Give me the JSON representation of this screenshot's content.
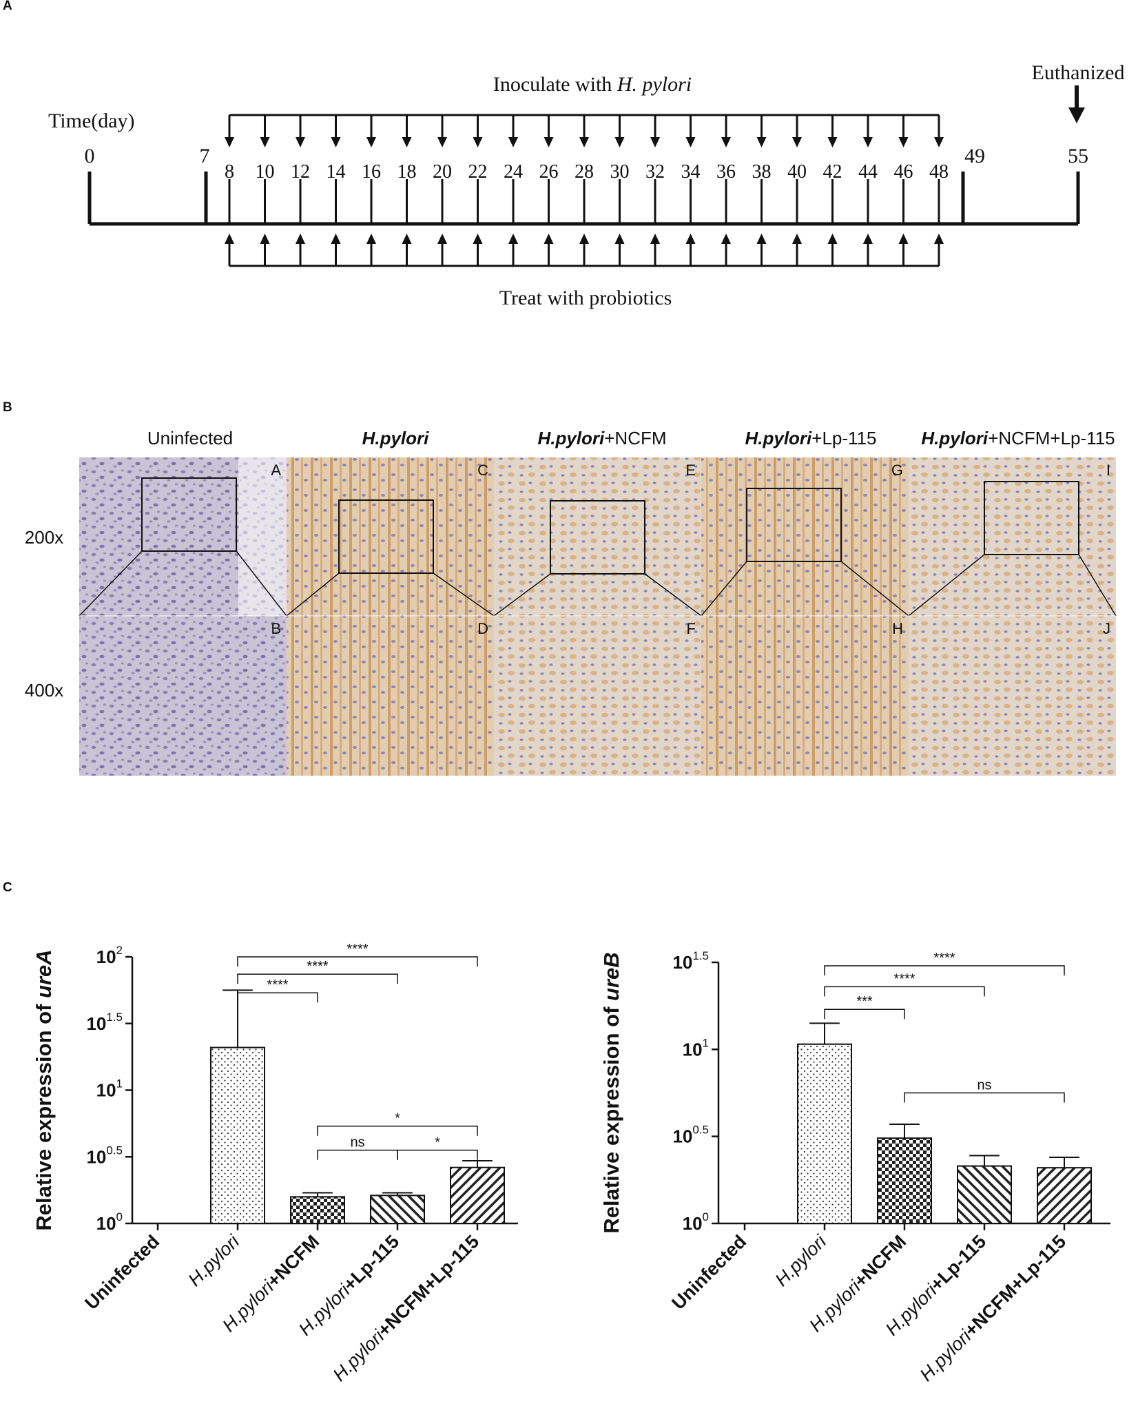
{
  "panel_labels": {
    "a": "A",
    "b": "B",
    "c": "C"
  },
  "timeline": {
    "time_label": "Time(day)",
    "inoculate_prefix": "Inoculate with ",
    "inoculate_italic": "H. pylori",
    "treat_label": "Treat with probiotics",
    "euthanized_label": "Euthanized",
    "tall_days": [
      "0",
      "7",
      "49",
      "55"
    ],
    "dose_days": [
      "8",
      "10",
      "12",
      "14",
      "16",
      "18",
      "20",
      "22",
      "24",
      "26",
      "28",
      "30",
      "32",
      "34",
      "36",
      "38",
      "40",
      "42",
      "44",
      "46",
      "48"
    ]
  },
  "histology": {
    "groups": [
      {
        "italic": "",
        "rest": "Uninfected",
        "top_letter": "A",
        "bottom_letter": "B"
      },
      {
        "italic": "H.pylori",
        "rest": "",
        "top_letter": "C",
        "bottom_letter": "D"
      },
      {
        "italic": "H.pylori",
        "rest": "+NCFM",
        "top_letter": "E",
        "bottom_letter": "F"
      },
      {
        "italic": "H.pylori",
        "rest": "+Lp-115",
        "top_letter": "G",
        "bottom_letter": "H"
      },
      {
        "italic": "H.pylori",
        "rest": "+NCFM+Lp-115",
        "top_letter": "I",
        "bottom_letter": "J"
      }
    ],
    "magnifications": [
      "200x",
      "400x"
    ]
  },
  "chart_data": [
    {
      "type": "bar",
      "ylabel_prefix": "Relative expression of ",
      "ylabel_italic": "ureA",
      "y_scale": "log10",
      "ylim_exponent": [
        0,
        2
      ],
      "yticks": [
        {
          "base": "10",
          "exp": "0"
        },
        {
          "base": "10",
          "exp": "0.5"
        },
        {
          "base": "10",
          "exp": "1"
        },
        {
          "base": "10",
          "exp": "1.5"
        },
        {
          "base": "10",
          "exp": "2"
        }
      ],
      "categories": [
        {
          "italic": "",
          "bold": "Uninfected"
        },
        {
          "italic": "H.pylori",
          "bold": ""
        },
        {
          "italic": "H.pylori",
          "bold": "+NCFM"
        },
        {
          "italic": "H.pylori",
          "bold": "+Lp-115"
        },
        {
          "italic": "H.pylori",
          "bold": "+NCFM+Lp-115"
        }
      ],
      "values_exponent": [
        0,
        1.32,
        0.2,
        0.21,
        0.42
      ],
      "error_exponent": [
        0,
        0.43,
        0.03,
        0.02,
        0.05
      ],
      "patterns": [
        "none",
        "dots",
        "checker",
        "diag-right",
        "diag-left"
      ],
      "significance": [
        {
          "from": 1,
          "to": 2,
          "label": "****",
          "level": 1.73
        },
        {
          "from": 1,
          "to": 3,
          "label": "****",
          "level": 1.87
        },
        {
          "from": 1,
          "to": 4,
          "label": "****",
          "level": 2.0
        },
        {
          "from": 2,
          "to": 3,
          "label": "ns",
          "level": 0.55
        },
        {
          "from": 3,
          "to": 4,
          "label": "*",
          "level": 0.55
        },
        {
          "from": 2,
          "to": 4,
          "label": "*",
          "level": 0.73
        }
      ]
    },
    {
      "type": "bar",
      "ylabel_prefix": "Relative expression of ",
      "ylabel_italic": "ureB",
      "y_scale": "log10",
      "ylim_exponent": [
        0,
        1.5
      ],
      "yticks": [
        {
          "base": "10",
          "exp": "0"
        },
        {
          "base": "10",
          "exp": "0.5"
        },
        {
          "base": "10",
          "exp": "1"
        },
        {
          "base": "10",
          "exp": "1.5"
        }
      ],
      "categories": [
        {
          "italic": "",
          "bold": "Uninfected"
        },
        {
          "italic": "H.pylori",
          "bold": ""
        },
        {
          "italic": "H.pylori",
          "bold": "+NCFM"
        },
        {
          "italic": "H.pylori",
          "bold": "+Lp-115"
        },
        {
          "italic": "H.pylori",
          "bold": "+NCFM+Lp-115"
        }
      ],
      "values_exponent": [
        0,
        1.03,
        0.49,
        0.33,
        0.32
      ],
      "error_exponent": [
        0,
        0.12,
        0.08,
        0.06,
        0.06
      ],
      "patterns": [
        "none",
        "dots",
        "checker",
        "diag-right",
        "diag-left"
      ],
      "significance": [
        {
          "from": 1,
          "to": 2,
          "label": "***",
          "level": 1.23
        },
        {
          "from": 1,
          "to": 3,
          "label": "****",
          "level": 1.36
        },
        {
          "from": 1,
          "to": 4,
          "label": "****",
          "level": 1.48
        },
        {
          "from": 2,
          "to": 4,
          "label": "ns",
          "level": 0.75
        }
      ]
    }
  ]
}
